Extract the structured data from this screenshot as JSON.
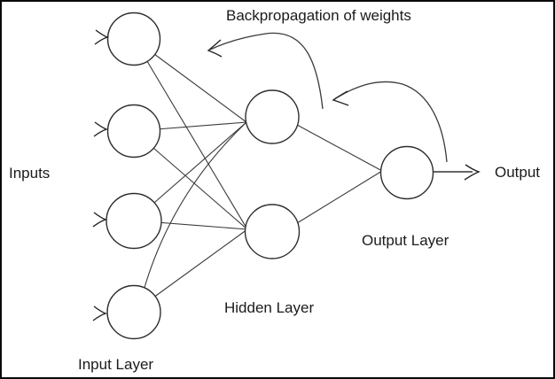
{
  "diagram": {
    "kind": "neural-network-backpropagation",
    "title": "Backpropagation of weights",
    "labels": {
      "inputs": "Inputs",
      "input_layer": "Input Layer",
      "hidden_layer": "Hidden Layer",
      "output_layer": "Output Layer",
      "output": "Output"
    },
    "network": {
      "input_nodes": 4,
      "hidden_nodes": 2,
      "output_nodes": 1,
      "input_to_hidden_connections": 8,
      "hidden_to_output_connections": 2,
      "input_arrows": 4,
      "output_arrows": 1,
      "backpropagation_arrows": 2
    },
    "colors": {
      "ink": "#333333",
      "node_outline": "#2e2e2e",
      "node_fill": "#ffffff",
      "text": "#1b1b1b",
      "frame_border": "#0a0a0a",
      "background": "#ffffff"
    }
  }
}
